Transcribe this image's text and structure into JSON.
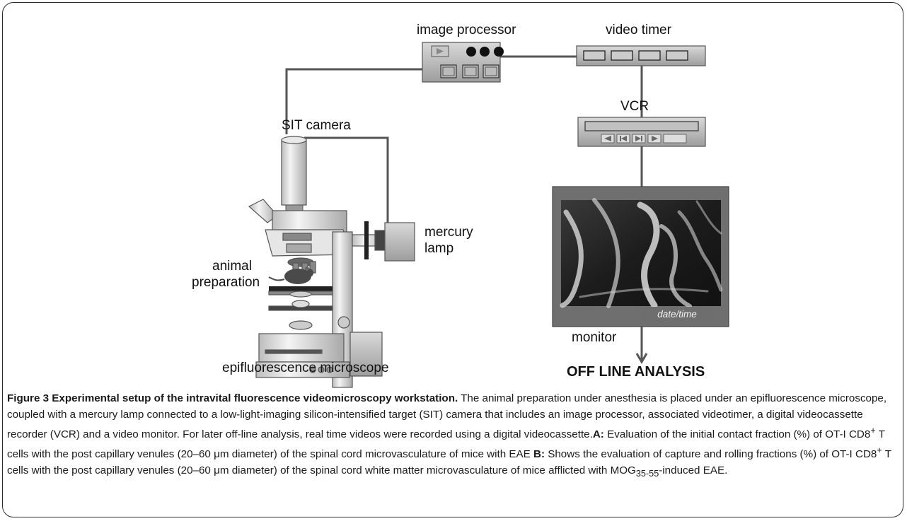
{
  "figure": {
    "labels": {
      "image_processor": "image processor",
      "video_timer": "video timer",
      "vcr": "VCR",
      "sit_camera": "SIT camera",
      "mercury_lamp_line1": "mercury",
      "mercury_lamp_line2": "lamp",
      "animal_prep_line1": "animal",
      "animal_prep_line2": "preparation",
      "microscope": "epifluorescence microscope",
      "monitor": "monitor",
      "monitor_overlay": "date/time",
      "offline_analysis": "OFF LINE ANALYSIS"
    },
    "icons": [
      "play-icon",
      "rewind-icon",
      "skip-icon",
      "play-icon",
      "stop-icon"
    ]
  },
  "caption": {
    "title": "Figure 3 Experimental setup of the intravital fluorescence videomicroscopy workstation.",
    "body_1": " The animal preparation under anesthesia is placed under an epifluorescence microscope, coupled with a mercury lamp connected to a low-light-imaging silicon-intensified target (SIT) camera that includes an image processor, associated videotimer, a digital videocassette recorder (VCR) and a video monitor. For later off-line analysis, real time videos were recorded using a digital videocassette.",
    "label_a": "A:",
    "body_a_1": " Evaluation of the initial contact fraction (%) of OT-I CD8",
    "sup_plus": "+",
    "body_a_2": " T cells with the post capillary venules (20–60 μm diameter) of the spinal cord microvasculature of mice with EAE ",
    "label_b": "B:",
    "body_b_1": " Shows the evaluation of capture and rolling fractions (%) of OT-I CD8",
    "body_b_2": " T cells with the post capillary venules (20–60 μm diameter) of the spinal cord white matter microvasculature of mice afflicted with MOG",
    "sub_mog": "35-55",
    "body_b_3": "-induced EAE."
  }
}
